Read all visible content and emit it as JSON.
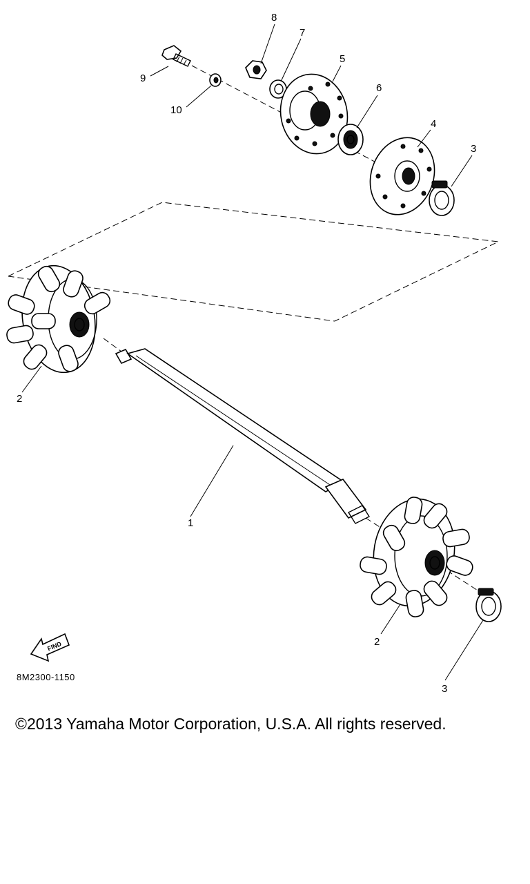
{
  "diagram": {
    "callouts": [
      {
        "id": "1",
        "label": "1"
      },
      {
        "id": "2a",
        "label": "2"
      },
      {
        "id": "2b",
        "label": "2"
      },
      {
        "id": "3a",
        "label": "3"
      },
      {
        "id": "3b",
        "label": "3"
      },
      {
        "id": "4",
        "label": "4"
      },
      {
        "id": "5",
        "label": "5"
      },
      {
        "id": "6",
        "label": "6"
      },
      {
        "id": "7",
        "label": "7"
      },
      {
        "id": "8",
        "label": "8"
      },
      {
        "id": "9",
        "label": "9"
      },
      {
        "id": "10",
        "label": "10"
      }
    ],
    "find_icon_text": "FIND",
    "part_code": "8M2300-1150"
  },
  "footer": {
    "copyright": "©2013 Yamaha Motor Corporation, U.S.A. All rights reserved."
  }
}
